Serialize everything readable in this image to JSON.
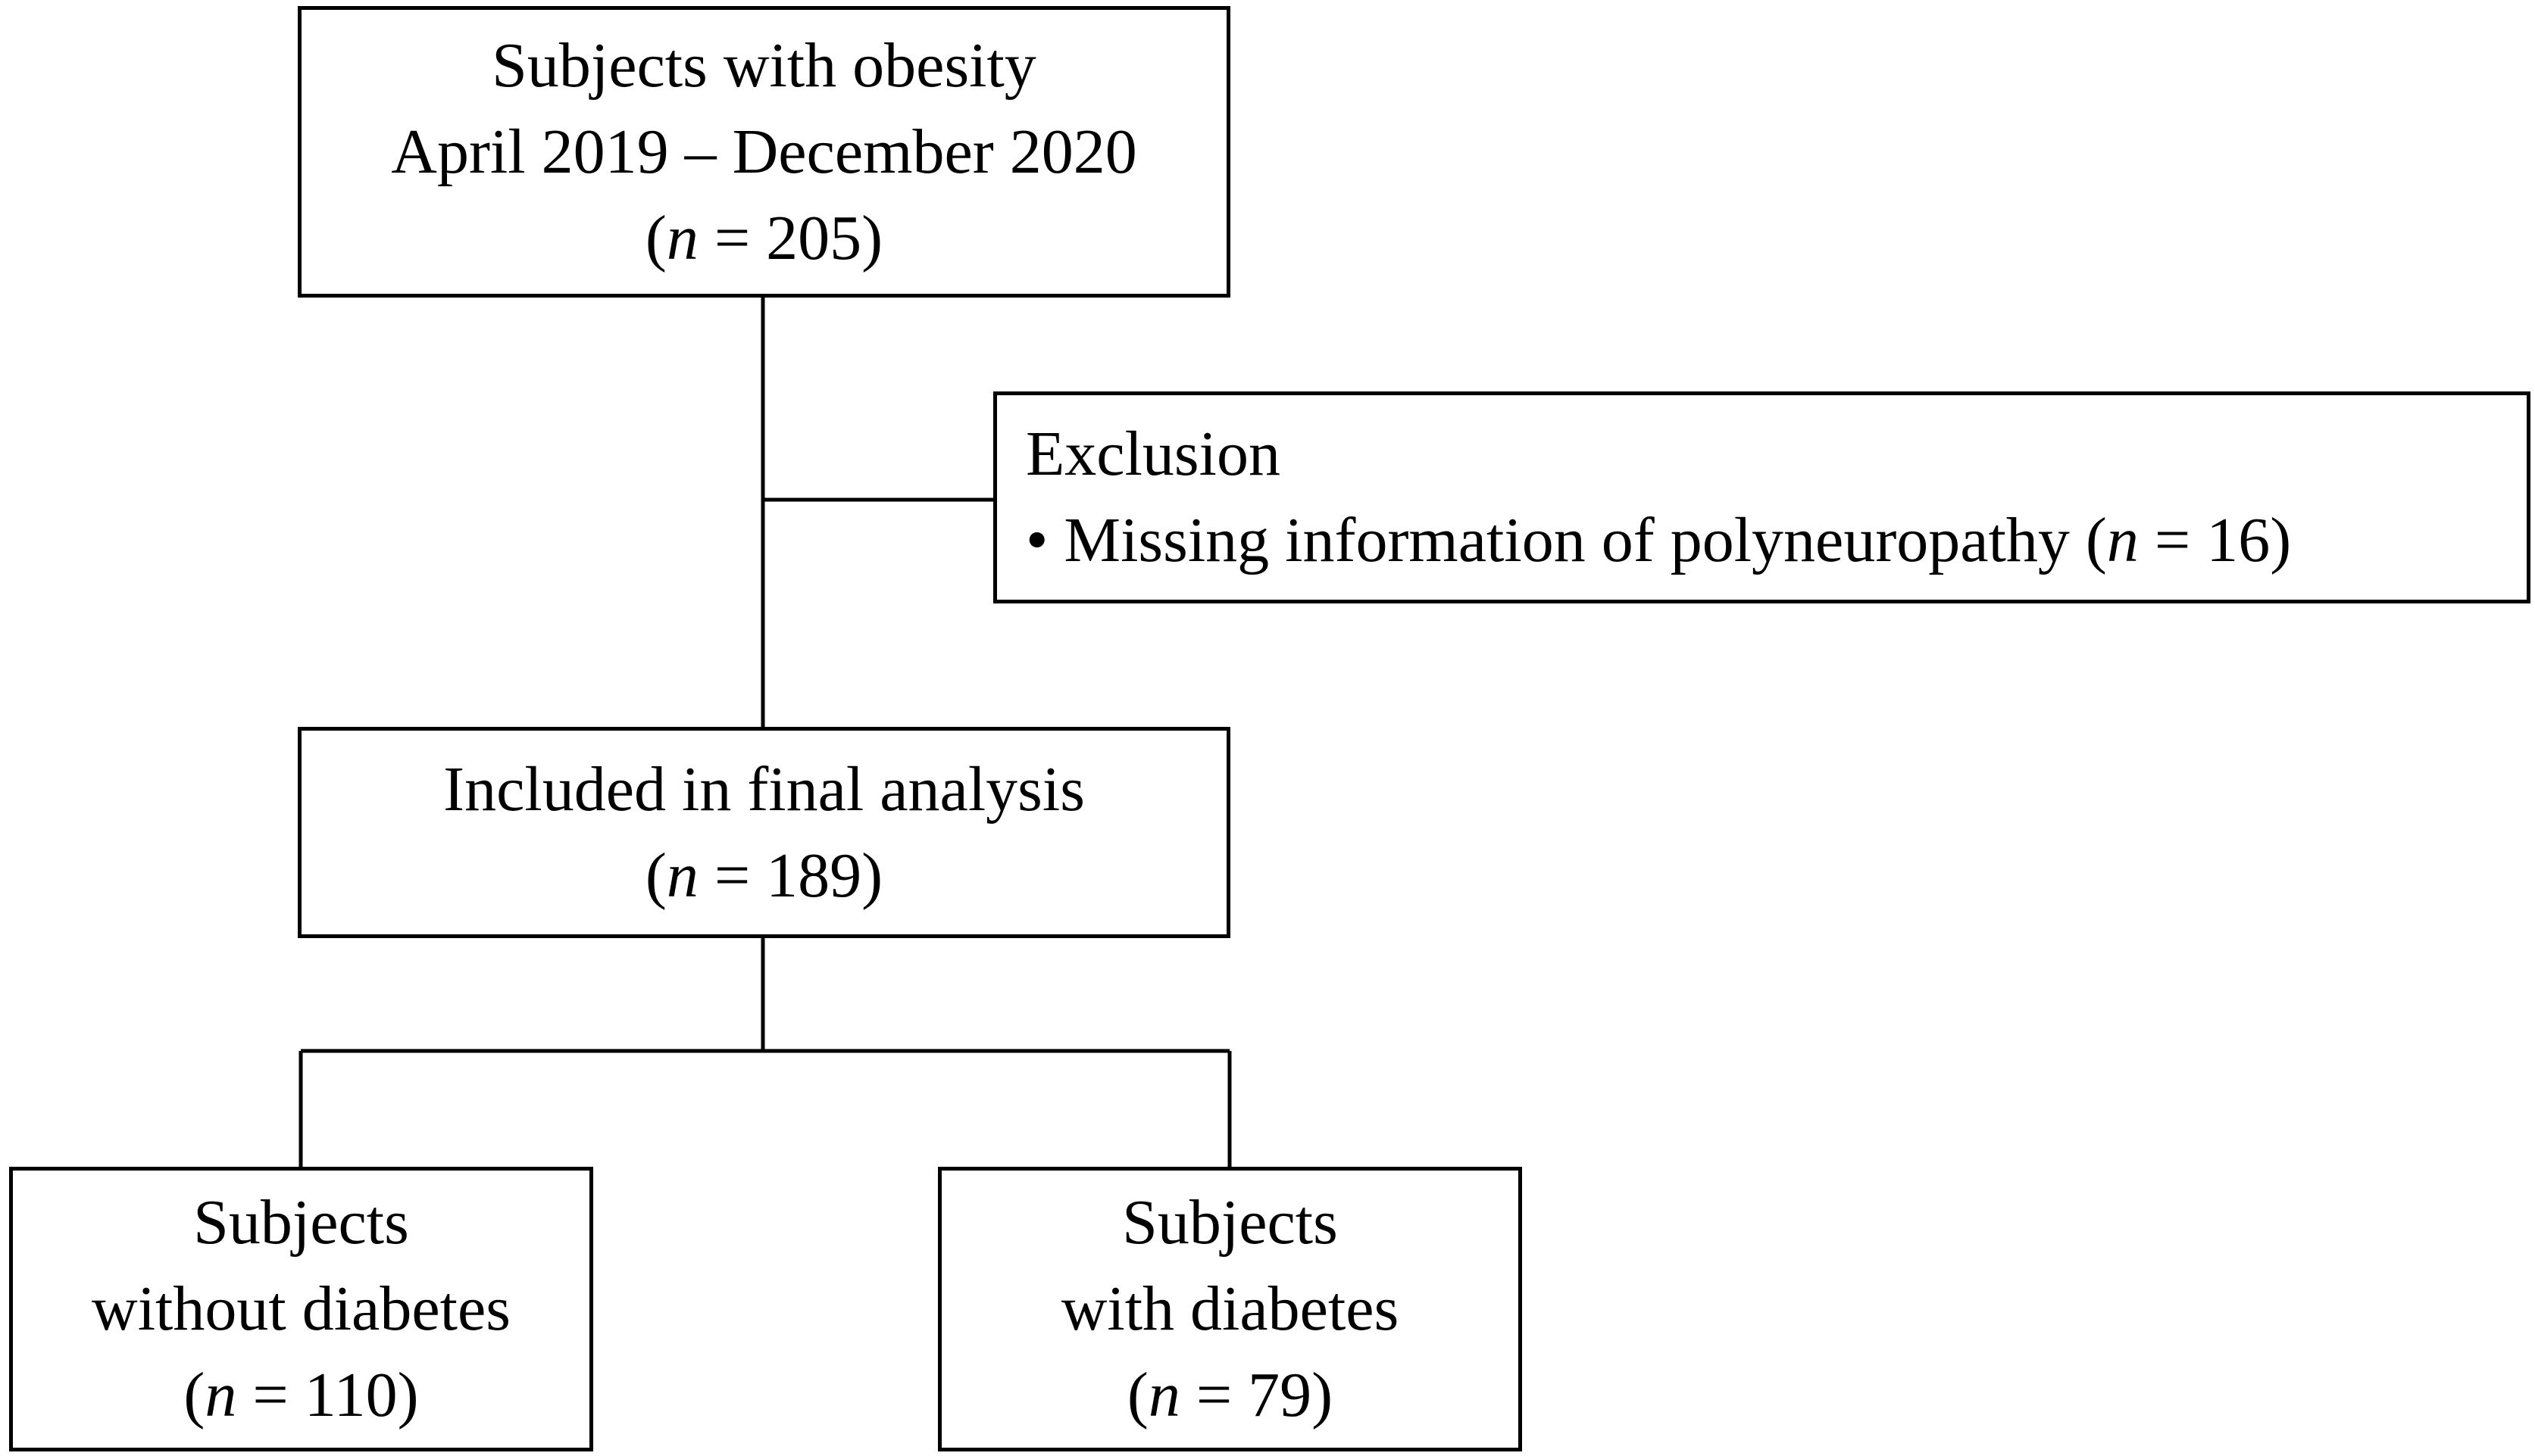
{
  "flowchart": {
    "top_box": {
      "lines": [
        "Subjects with obesity",
        "April 2019 – December 2020"
      ],
      "n_prefix": "(",
      "n_symbol": "n",
      "n_value": " = 205)"
    },
    "exclusion_box": {
      "title": "Exclusion",
      "item_text": "• Missing information of polyneuropathy (",
      "n_symbol": "n",
      "n_value": " = 16)"
    },
    "included_box": {
      "lines": [
        "Included in final analysis"
      ],
      "n_prefix": "(",
      "n_symbol": "n",
      "n_value": " = 189)"
    },
    "without_diabetes_box": {
      "lines": [
        "Subjects",
        "without diabetes"
      ],
      "n_prefix": "(",
      "n_symbol": "n",
      "n_value": " = 110)"
    },
    "with_diabetes_box": {
      "lines": [
        "Subjects",
        "with diabetes"
      ],
      "n_prefix": "(",
      "n_symbol": "n",
      "n_value": " = 79)"
    }
  }
}
